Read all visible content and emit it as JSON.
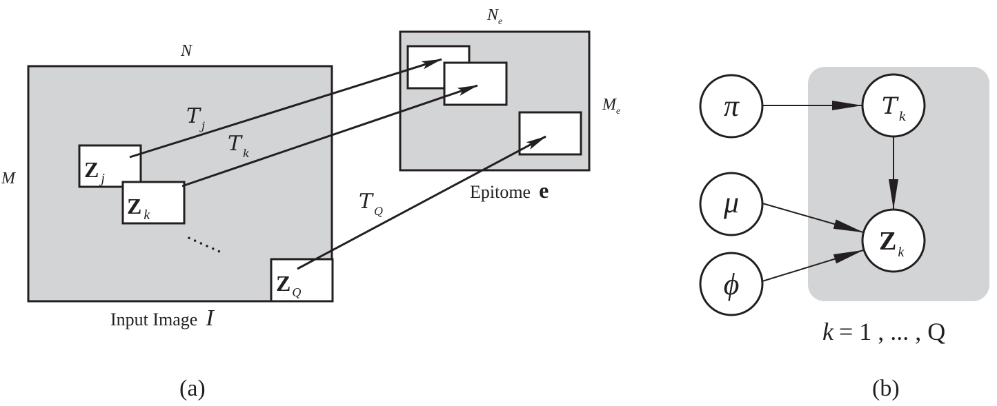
{
  "panel_a": {
    "caption": "(a)",
    "input_image": {
      "width_label": "N",
      "height_label": "M",
      "caption_text": "Input Image",
      "caption_symbol": "I",
      "dots": "......"
    },
    "epitome": {
      "width_label_main": "N",
      "width_label_sub": "e",
      "height_label_main": "M",
      "height_label_sub": "e",
      "caption_text": "Epitome",
      "caption_symbol": "e"
    },
    "patches": [
      {
        "main": "Z",
        "sub": "j"
      },
      {
        "main": "Z",
        "sub": "k"
      },
      {
        "main": "Z",
        "sub": "Q"
      }
    ],
    "transforms": [
      {
        "main": "T",
        "sub": "j"
      },
      {
        "main": "T",
        "sub": "k"
      },
      {
        "main": "T",
        "sub": "Q"
      }
    ]
  },
  "panel_b": {
    "caption": "(b)",
    "nodes": {
      "pi": "π",
      "mu": "μ",
      "phi": "ϕ",
      "t_main": "T",
      "t_sub": "k",
      "z_main": "Z",
      "z_sub": "k"
    },
    "plate_label": {
      "k": "k",
      "rest": "= 1 , ... , Q"
    }
  },
  "colors": {
    "fill_gray": "#d3d4d6",
    "stroke": "#231f20",
    "white": "#ffffff"
  }
}
